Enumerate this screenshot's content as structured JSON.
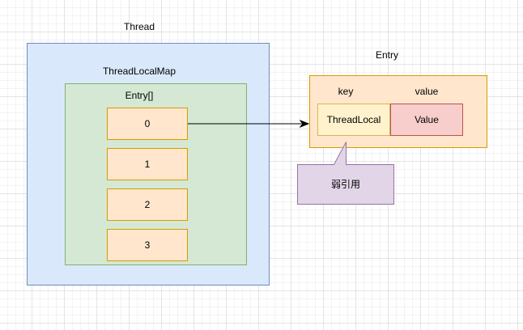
{
  "thread": {
    "title": "Thread"
  },
  "thread_local_map": {
    "title": "ThreadLocalMap"
  },
  "entry_array": {
    "title": "Entry[]",
    "cells": [
      "0",
      "1",
      "2",
      "3"
    ]
  },
  "entry": {
    "title": "Entry",
    "key_label": "key",
    "value_label": "value",
    "key_box": "ThreadLocal",
    "value_box": "Value"
  },
  "callout": {
    "text": "弱引用"
  },
  "colors": {
    "thread_fill": "#dae8fc",
    "thread_stroke": "#6c8ebf",
    "map_fill": "#d5e8d4",
    "map_stroke": "#82b366",
    "entry_fill": "#ffe6cc",
    "entry_stroke": "#d79b00",
    "key_fill": "#fff2cc",
    "key_stroke": "#d6b656",
    "value_fill": "#f8cecc",
    "value_stroke": "#b85450",
    "callout_fill": "#e1d5e7",
    "callout_stroke": "#9673a6"
  }
}
